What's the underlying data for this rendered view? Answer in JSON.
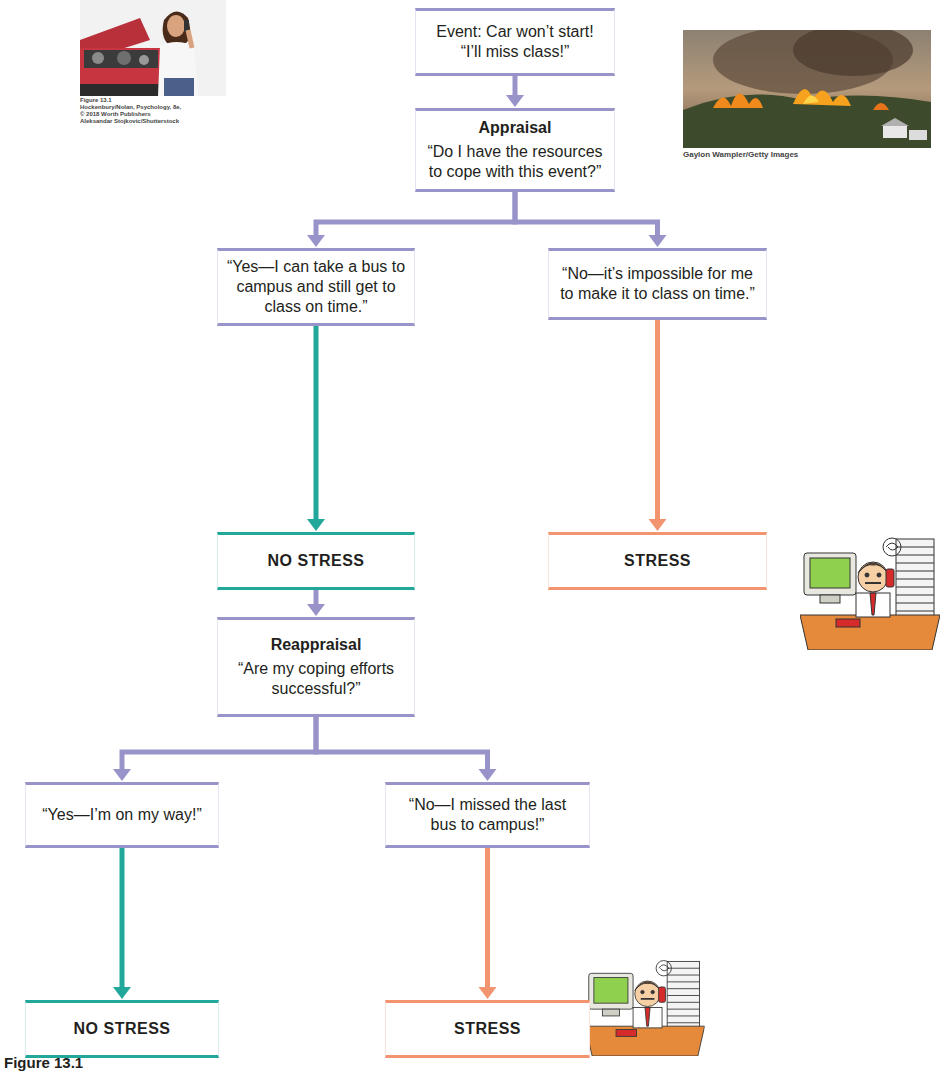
{
  "diagram": {
    "caption": "Figure 13.1",
    "nodes": [
      {
        "text": [
          "Event: Car won’t start! “I’ll miss class!”"
        ]
      },
      {
        "text": [
          "Appraisal",
          "“Do I have the resources to cope with this event?”"
        ]
      },
      {
        "text": [
          "“Yes—I can take a bus to campus and still get to class on time.”"
        ]
      },
      {
        "text": [
          "“No—it’s impossible for me to make it to class on time.”"
        ]
      },
      {
        "text": [
          "NO STRESS"
        ]
      },
      {
        "text": [
          "STRESS"
        ]
      },
      {
        "text": [
          "Reappraisal",
          "“Are my coping efforts successful?”"
        ]
      },
      {
        "text": [
          "“Yes—I’m on my way!”"
        ]
      },
      {
        "text": [
          "“No—I missed the last bus to campus!”"
        ]
      },
      {
        "text": [
          "NO STRESS"
        ]
      },
      {
        "text": [
          "STRESS"
        ]
      }
    ],
    "edges": [
      {
        "from": 0,
        "to": 1,
        "arrow": "to"
      },
      {
        "from": 1,
        "to": 2,
        "arrow": "to"
      },
      {
        "from": 1,
        "to": 3,
        "arrow": "to"
      },
      {
        "from": 2,
        "to": 4,
        "arrow": "to"
      },
      {
        "from": 3,
        "to": 5,
        "arrow": "to"
      },
      {
        "from": 4,
        "to": 6,
        "arrow": "to"
      },
      {
        "from": 6,
        "to": 7,
        "arrow": "to"
      },
      {
        "from": 6,
        "to": 8,
        "arrow": "to"
      },
      {
        "from": 7,
        "to": 9,
        "arrow": "to"
      },
      {
        "from": 8,
        "to": 10,
        "arrow": "to"
      }
    ],
    "labels": [
      "Figure 13.1",
      "Hockenbury/Nolan, Psychology, 8e,",
      "© 2018 Worth Publishers",
      "Aleksandar Stojkovic/Shutterstock",
      "Gaylon Wampler/Getty Images"
    ]
  }
}
